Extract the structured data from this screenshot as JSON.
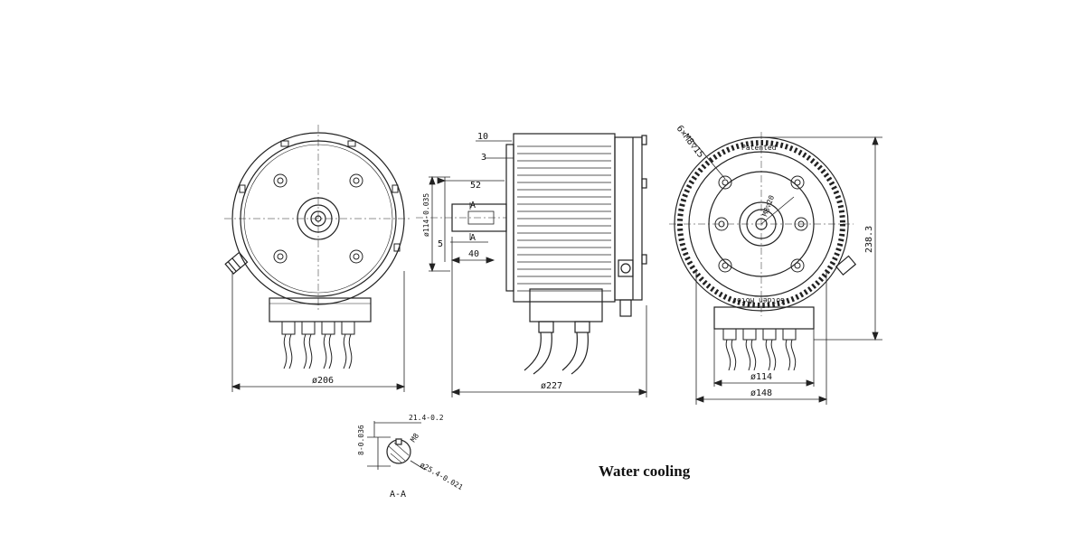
{
  "caption": "Water cooling",
  "front_view": {
    "diameter_label": "ø206"
  },
  "side_view": {
    "dim_top_10": "10",
    "dim_top_3": "3",
    "dim_shaft_len": "52",
    "dim_shaft_dia": "ø114-0.035",
    "dim_key_5": "5",
    "dim_key_40": "40",
    "section_mark": "A",
    "length_label": "ø227"
  },
  "rear_view": {
    "bolt_label": "6×M8▽15",
    "center_thread_label": "M8▽20",
    "patented_text": "Patented",
    "brand_text": "Golden Motor",
    "height_label": "238.3",
    "inner_dia_label": "ø114",
    "outer_dia_label": "ø148"
  },
  "section_view": {
    "key_depth_label": "21.4-0.2",
    "key_width_label": "8-0.036",
    "thread_label": "M8",
    "shaft_dia_label": "ø25.4-0.021",
    "section_title": "A-A"
  }
}
